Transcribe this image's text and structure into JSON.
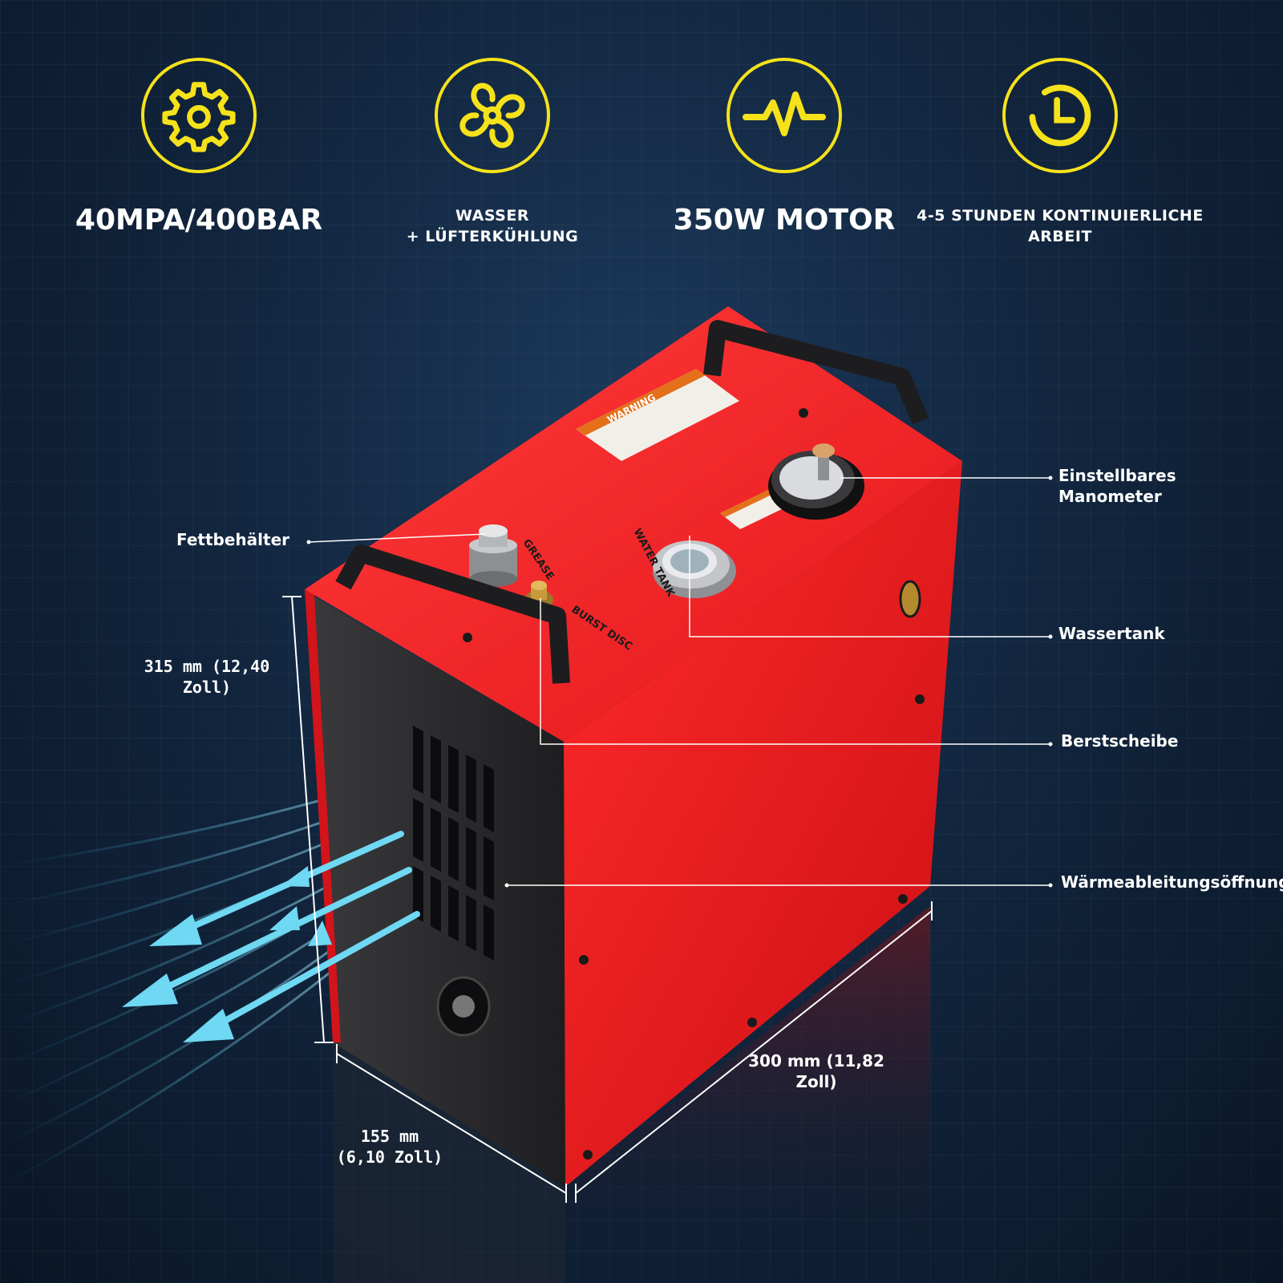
{
  "features": [
    {
      "icon": "gear-icon",
      "label": "40MPA/400BAR",
      "size": "big"
    },
    {
      "icon": "fan-icon",
      "label": "WASSER\n+ LÜFTERKÜHLUNG",
      "size": "small"
    },
    {
      "icon": "pulse-icon",
      "label": "350W MOTOR",
      "size": "big"
    },
    {
      "icon": "clock-icon",
      "label": "4-5 STUNDEN KONTINUIERLICHE\nARBEIT",
      "size": "small"
    }
  ],
  "callouts": {
    "fettbehaelter": "Fettbehälter",
    "manometer": "Einstellbares\nManometer",
    "wassertank": "Wassertank",
    "berstscheibe": "Berstscheibe",
    "waermeableitung": "Wärmeableitungsöffnung"
  },
  "dimensions": {
    "height": "315 mm (12,40\nZoll)",
    "width": "300 mm (11,82\nZoll)",
    "depth": "155 mm\n(6,10 Zoll)"
  },
  "device_labels": {
    "warning": "WARNING",
    "grease": "GREASE",
    "burst_disc": "BURST DISC",
    "water_tank": "WATER\nTANK"
  },
  "colors": {
    "accent_yellow": "#f5e21b",
    "device_red": "#e8191c",
    "airflow_cyan": "#4fd3f0"
  }
}
